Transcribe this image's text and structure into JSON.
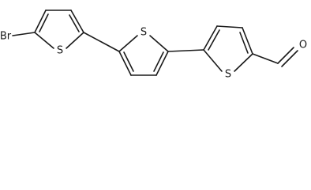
{
  "molecule": {
    "atoms": {
      "br": "Br",
      "s_ring1": "S",
      "s_ring2": "S",
      "s_ring3": "S",
      "o_aldehyde": "O"
    }
  }
}
